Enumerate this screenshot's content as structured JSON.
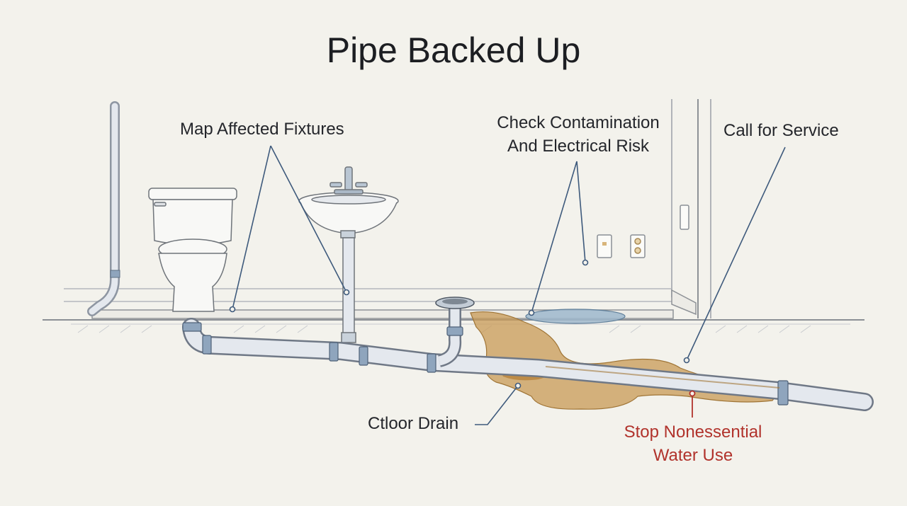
{
  "title": "Pipe Backed Up",
  "labels": {
    "map_fixtures": "Map Affected Fixtures",
    "contamination_line1": "Check Contamination",
    "contamination_line2": "And Electrical Risk",
    "call_service": "Call for Service",
    "floor_drain": "Ctloor Drain",
    "stop_water_line1": "Stop Nonessential",
    "stop_water_line2": "Water Use"
  },
  "colors": {
    "background": "#f3f2ec",
    "ink": "#24262b",
    "leader_line": "#3e5a7c",
    "pipe": "#e6eaef",
    "water": "#9fb8cc",
    "sewage": "#c89a55",
    "alert": "#b1332c"
  }
}
